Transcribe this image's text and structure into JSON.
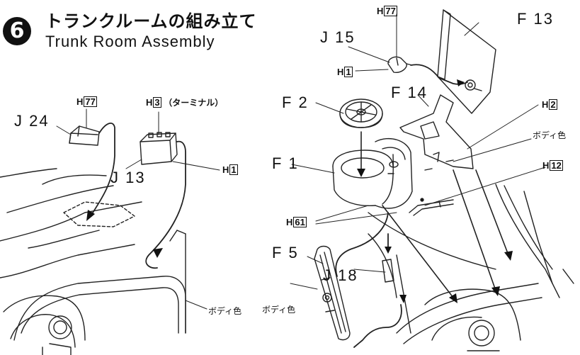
{
  "step": {
    "number": "6",
    "title_ja": "トランクルームの組み立て",
    "title_en": "Trunk Room Assembly"
  },
  "labels": {
    "h77_left": {
      "prefix": "H",
      "num": "77"
    },
    "h3": {
      "prefix": "H",
      "num": "3",
      "note": "（ターミナル）"
    },
    "j24": "J 24",
    "j13": "J 13",
    "h1_left": {
      "prefix": "H",
      "num": "1"
    },
    "body_color_left": "ボディ色",
    "h77_right": {
      "prefix": "H",
      "num": "77"
    },
    "j15": "J 15",
    "h1_right": {
      "prefix": "H",
      "num": "1"
    },
    "f13": "F 13",
    "f2": "F 2",
    "f14": "F 14",
    "h2": {
      "prefix": "H",
      "num": "2"
    },
    "body_color_f14": "ボディ色",
    "f1": "F 1",
    "h12": {
      "prefix": "H",
      "num": "12"
    },
    "h61": {
      "prefix": "H",
      "num": "61"
    },
    "f5": "F 5",
    "body_color_f5": "ボディ色",
    "j18": "J 18"
  }
}
